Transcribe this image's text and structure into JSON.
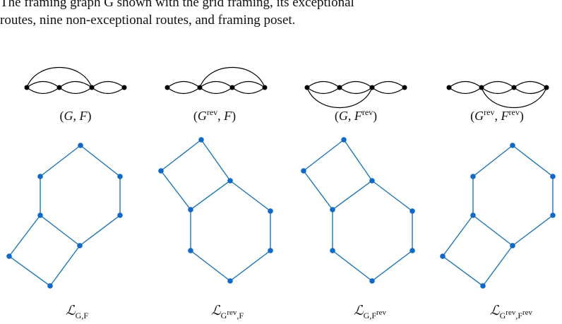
{
  "caption": {
    "line1": "The framing graph G shown with the grid framing, its exceptional",
    "line2": "routes, nine non-exceptional routes, and framing poset."
  },
  "colors": {
    "graph_stroke": "#000000",
    "poset_stroke": "#1f77b4",
    "poset_node": "#1068c8"
  },
  "panels": [
    {
      "graph_label": {
        "base": "(G, F)",
        "g": "G",
        "gsup": "",
        "f": "F",
        "fsup": ""
      },
      "poset_label": {
        "sym": "ℒ",
        "sub1": "G",
        "sub1sup": "",
        "sub2": "F",
        "sub2sup": ""
      }
    },
    {
      "graph_label": {
        "g": "G",
        "gsup": "rev",
        "f": "F",
        "fsup": ""
      },
      "poset_label": {
        "sym": "ℒ",
        "sub1": "G",
        "sub1sup": "rev",
        "sub2": "F",
        "sub2sup": ""
      }
    },
    {
      "graph_label": {
        "g": "G",
        "gsup": "",
        "f": "F",
        "fsup": "rev"
      },
      "poset_label": {
        "sym": "ℒ",
        "sub1": "G",
        "sub1sup": "",
        "sub2": "F",
        "sub2sup": "rev"
      }
    },
    {
      "graph_label": {
        "g": "G",
        "gsup": "rev",
        "f": "F",
        "fsup": "rev"
      },
      "poset_label": {
        "sym": "ℒ",
        "sub1": "G",
        "sub1sup": "rev",
        "sub2": "F",
        "sub2sup": "rev"
      }
    }
  ]
}
